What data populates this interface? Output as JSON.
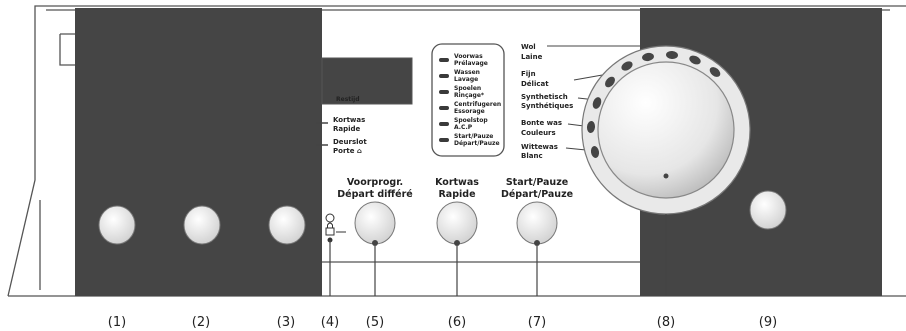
{
  "display": {
    "restijd_label": "Restijd"
  },
  "left_indicators": [
    {
      "line1": "Kortwas",
      "line2": "Rapide"
    },
    {
      "line1": "Deurslot",
      "line2": "Porte ⌂"
    }
  ],
  "status_list": [
    {
      "line1": "Voorwas",
      "line2": "Prélavage"
    },
    {
      "line1": "Wassen",
      "line2": "Lavage"
    },
    {
      "line1": "Spoelen",
      "line2": "Rinçage*"
    },
    {
      "line1": "Centrifugeren",
      "line2": "Essorage"
    },
    {
      "line1": "Spoelstop",
      "line2": "A.C.P"
    },
    {
      "line1": "Start/Pauze",
      "line2": "Départ/Pauze"
    }
  ],
  "programs": [
    {
      "line1": "Wol",
      "line2": "Laine"
    },
    {
      "line1": "Fijn",
      "line2": "Délicat"
    },
    {
      "line1": "Synthetisch",
      "line2": "Synthétiques"
    },
    {
      "line1": "Bonte was",
      "line2": "Couleurs"
    },
    {
      "line1": "Wittewas",
      "line2": "Blanc"
    }
  ],
  "buttons": [
    {
      "line1": "Voorprogr.",
      "line2": "Départ différé"
    },
    {
      "line1": "Kortwas",
      "line2": "Rapide"
    },
    {
      "line1": "Start/Pauze",
      "line2": "Départ/Pauze"
    }
  ],
  "callouts": [
    "(1)",
    "(2)",
    "(3)",
    "(4)",
    "(5)",
    "(6)",
    "(7)",
    "(8)",
    "(9)"
  ],
  "colors": {
    "overlay": "#454545",
    "knob_ring": "#d8d8d8",
    "led": "#3a3a3a"
  }
}
